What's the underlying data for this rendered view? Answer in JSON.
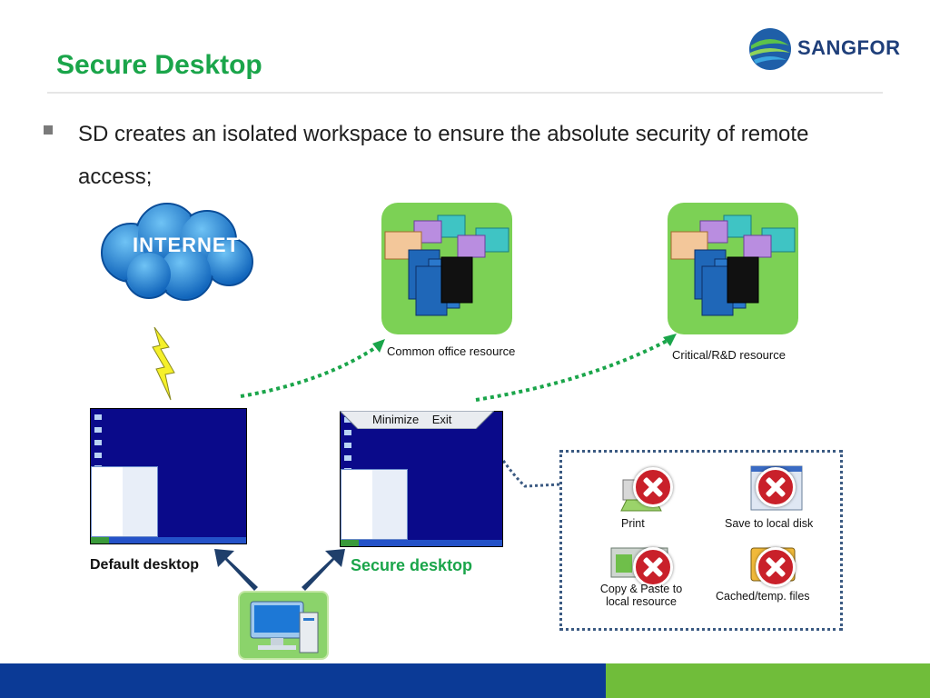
{
  "header": {
    "title": "Secure Desktop",
    "brand": "SANGFOR"
  },
  "bullet": {
    "text": "SD creates an isolated workspace to ensure the absolute security of remote access;"
  },
  "internet": {
    "label": "INTERNET"
  },
  "resources": [
    {
      "label": "Common office resource"
    },
    {
      "label": "Critical/R&D resource"
    }
  ],
  "secure_toolbar": {
    "minimize": "Minimize",
    "exit": "Exit"
  },
  "desktops": {
    "default_label": "Default desktop",
    "secure_label": "Secure desktop"
  },
  "restrictions": {
    "print": "Print",
    "save": "Save  to local disk",
    "copy_line1": "Copy & Paste  to",
    "copy_line2": "local resource",
    "cached": "Cached/temp. files"
  },
  "colors": {
    "title_green": "#1aa54a",
    "footer_blue": "#0b3a96",
    "footer_green": "#70bd3a",
    "deny_red": "#c9202a",
    "desktop_blue": "#0a0a8a"
  }
}
